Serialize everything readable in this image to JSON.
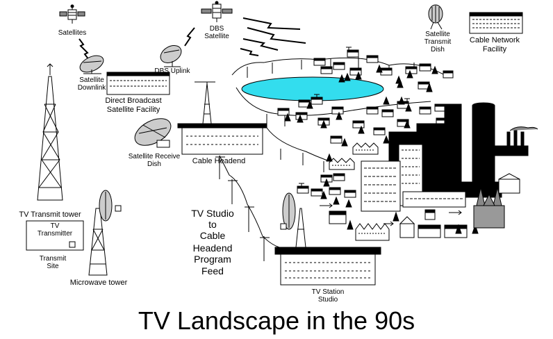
{
  "title": "TV Landscape in the 90s",
  "labels": {
    "satellites": "Satellites",
    "dbs_satellite_1": "DBS",
    "dbs_satellite_2": "Satellite",
    "satellite_transmit_dish_1": "Satellite",
    "satellite_transmit_dish_2": "Transmit",
    "satellite_transmit_dish_3": "Dish",
    "cable_network_facility_1": "Cable Network",
    "cable_network_facility_2": "Facility",
    "satellite_downlink_1": "Satellite",
    "satellite_downlink_2": "Downlink",
    "dbs_uplink": "DBS Uplink",
    "dbs_facility_1": "Direct Broadcast",
    "dbs_facility_2": "Satellite Facility",
    "satellite_receive_dish_1": "Satellite Receive",
    "satellite_receive_dish_2": "Dish",
    "cable_headend": "Cable Headend",
    "tv_transmit_tower": "TV Transmit tower",
    "tv_transmitter_1": "TV",
    "tv_transmitter_2": "Transmitter",
    "transmit_site_1": "Transmit",
    "transmit_site_2": "Site",
    "microwave_tower": "Microwave tower",
    "studio_feed_1": "TV Studio",
    "studio_feed_2": "to",
    "studio_feed_3": "Cable",
    "studio_feed_4": "Headend",
    "studio_feed_5": "Program",
    "studio_feed_6": "Feed",
    "tv_station_studio_1": "TV Station",
    "tv_station_studio_2": "Studio"
  },
  "icons": [
    "satellite-icon",
    "dish-icon",
    "tower-icon",
    "building-icon",
    "house-icon",
    "tree-icon",
    "lake-icon",
    "skyline-icon",
    "factory-icon",
    "church-icon",
    "lightning-icon"
  ],
  "colors": {
    "lake": "#33ddee",
    "ink": "#000000",
    "background": "#ffffff"
  }
}
